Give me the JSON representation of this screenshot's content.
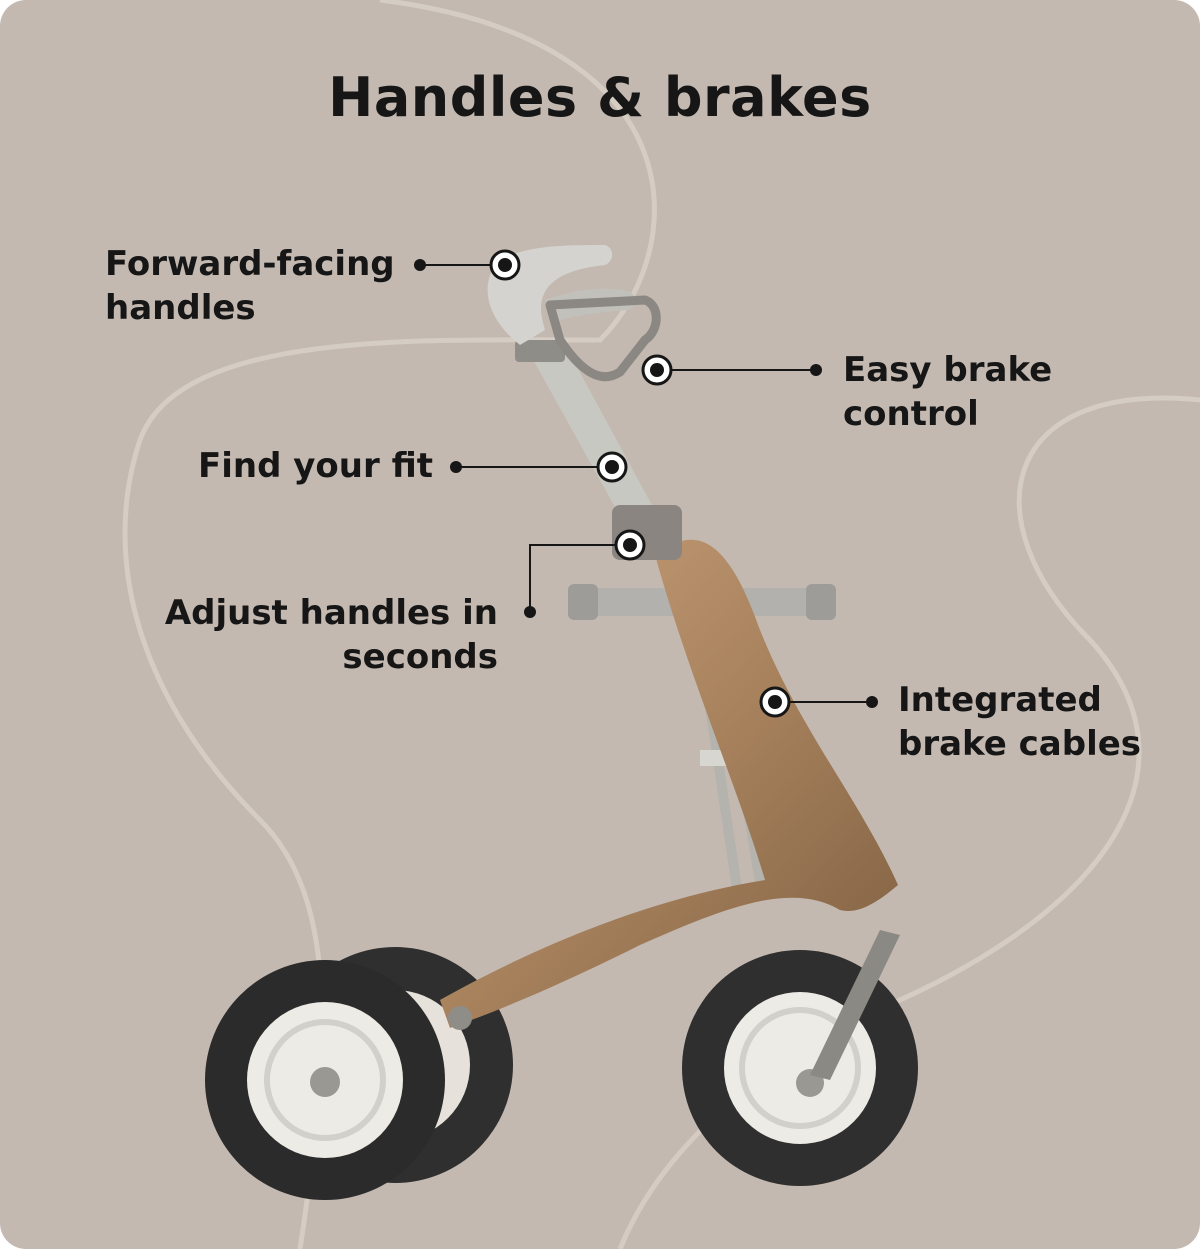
{
  "title": "Handles & brakes",
  "callouts": {
    "forward_facing": {
      "line1": "Forward-facing",
      "line2": "handles"
    },
    "easy_brake": {
      "line1": "Easy brake",
      "line2": "control"
    },
    "find_fit": {
      "line1": "Find your fit"
    },
    "adjust_handles": {
      "line1": "Adjust handles in",
      "line2": "seconds"
    },
    "integrated_cables": {
      "line1": "Integrated",
      "line2": "brake cables"
    }
  },
  "colors": {
    "background": "#c4b9b1",
    "frame": "#a8825d",
    "text": "#161616"
  }
}
